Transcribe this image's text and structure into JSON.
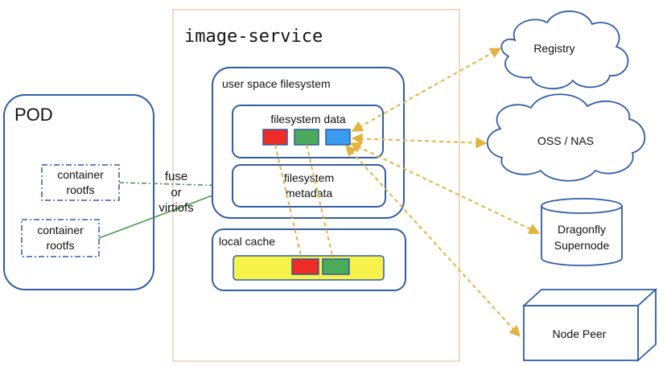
{
  "image_service": {
    "title": "image-service"
  },
  "pod": {
    "title": "POD",
    "container_top": {
      "line1": "container",
      "line2": "rootfs"
    },
    "container_bottom": {
      "line1": "container",
      "line2": "rootfs"
    }
  },
  "connector_label": {
    "line1": "fuse",
    "line2": "or",
    "line3": "virtiofs"
  },
  "user_space_fs": {
    "title": "user space filesystem",
    "fs_data": {
      "label": "filesystem data"
    },
    "fs_metadata": {
      "line1": "filesystem",
      "line2": "metadata"
    }
  },
  "local_cache": {
    "title": "local cache"
  },
  "sources": {
    "registry": "Registry",
    "oss_nas": "OSS / NAS",
    "dragonfly": {
      "line1": "Dragonfly",
      "line2": "Supernode"
    },
    "node_peer": "Node Peer"
  },
  "colors": {
    "box_border": "#2f5da6",
    "block_red": "#ee2b24",
    "block_green": "#4caa5b",
    "block_blue": "#3a9bf0",
    "cache_bar": "#f6f24a",
    "arrow_dashed": "#e2b43e",
    "arrow_green": "#4c9a4a",
    "service_border": "#e8c29a"
  }
}
